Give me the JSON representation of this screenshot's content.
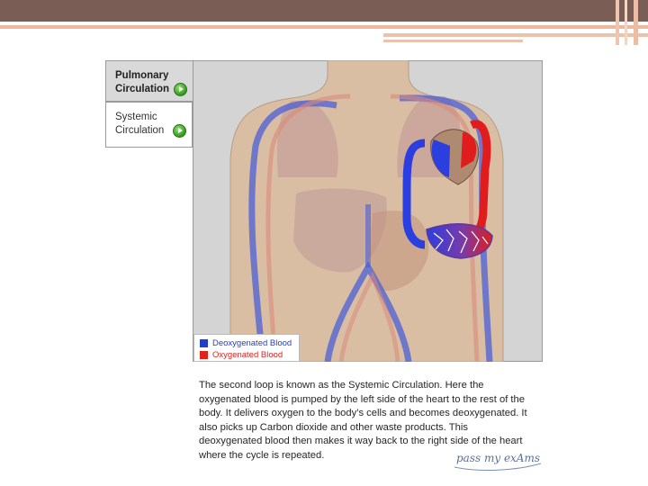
{
  "tabs": [
    {
      "label": "Pulmonary Circulation",
      "active": true
    },
    {
      "label": "Systemic Circulation",
      "active": false
    }
  ],
  "legend": {
    "deoxygenated": "Deoxygenated Blood",
    "oxygenated": "Oxygenated Blood",
    "deoxygenated_color": "#1f3fcf",
    "oxygenated_color": "#e1221c"
  },
  "caption": "The second loop is known as the Systemic Circulation. Here the oxygenated blood is pumped by the left side of the heart to the rest of the body. It delivers oxygen to the body’s cells and becomes deoxygenated. It also picks up Carbon dioxide and other waste products. This deoxygenated blood then makes it way back to the right side of the heart where the cycle is repeated.",
  "logo": {
    "text": "pass my exAms"
  },
  "colors": {
    "header": "#7a5e55",
    "accent": "#f0b89a",
    "skin": "#d8bfa5",
    "vein_blue": "#4a5fd6",
    "artery_red": "#d9443a"
  }
}
